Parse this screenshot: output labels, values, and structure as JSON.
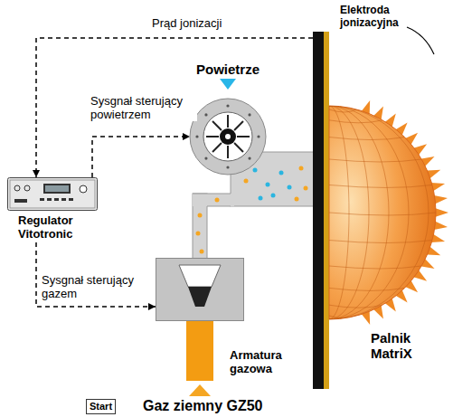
{
  "diagram": {
    "nodes": [
      {
        "text": [
          "Elektroda jonizacyjna"
        ]
      },
      {
        "text": [
          "Powietrze"
        ]
      },
      {
        "text": [
          "Regulator Vitotronic"
        ]
      },
      {
        "text": [
          "Palnik MatriX"
        ]
      },
      {
        "text": [
          "Armatura gazowa"
        ]
      },
      {
        "text": [
          "Start"
        ]
      }
    ],
    "edges": [
      {
        "from": 0,
        "to": 2,
        "arrow": "to",
        "label": "Prąd jonizacji"
      },
      {
        "from": 2,
        "to": 1,
        "arrow": "to",
        "label": "Sysgnał sterujący powietrzem"
      },
      {
        "from": 2,
        "to": 4,
        "arrow": "to",
        "label": "Sysgnał sterujący gazem"
      }
    ],
    "labels": [
      "Gaz ziemny GZ50"
    ]
  }
}
